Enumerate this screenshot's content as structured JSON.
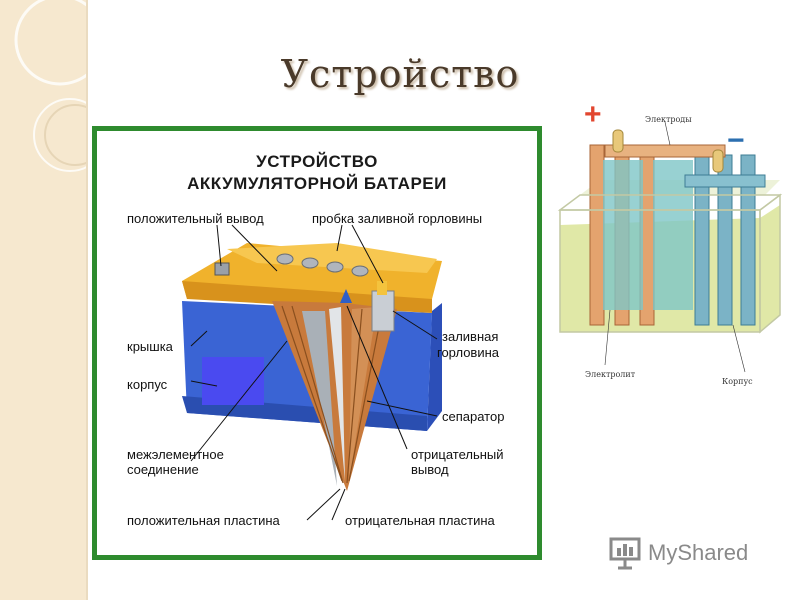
{
  "slide": {
    "title": "Устройство"
  },
  "left_diagram": {
    "title_line1": "УСТРОЙСТВО",
    "title_line2": "АККУМУЛЯТОРНОЙ БАТАРЕИ",
    "labels": {
      "positive_terminal": "положительный вывод",
      "filler_plug": "пробка заливной горловины",
      "cover": "крышка",
      "filler_neck_1": "заливная",
      "filler_neck_2": "горловина",
      "case": "корпус",
      "separator": "сепаратор",
      "intercell_1": "межэлементное",
      "intercell_2": "соединение",
      "negative_terminal_1": "отрицательный",
      "negative_terminal_2": "вывод",
      "positive_plate": "положительная пластина",
      "negative_plate": "отрицательная пластина"
    }
  },
  "right_diagram": {
    "plus_sign": "+",
    "minus_sign": "−",
    "electrodes_label": "Электроды",
    "electrolyte_label": "Электролит",
    "case_label": "Корпус"
  },
  "watermark": {
    "text": "MyShared"
  },
  "colors": {
    "frame": "#2e8b2e",
    "title": "#4a3a2a",
    "plus": "#e2462f",
    "minus": "#2c6fb0"
  }
}
